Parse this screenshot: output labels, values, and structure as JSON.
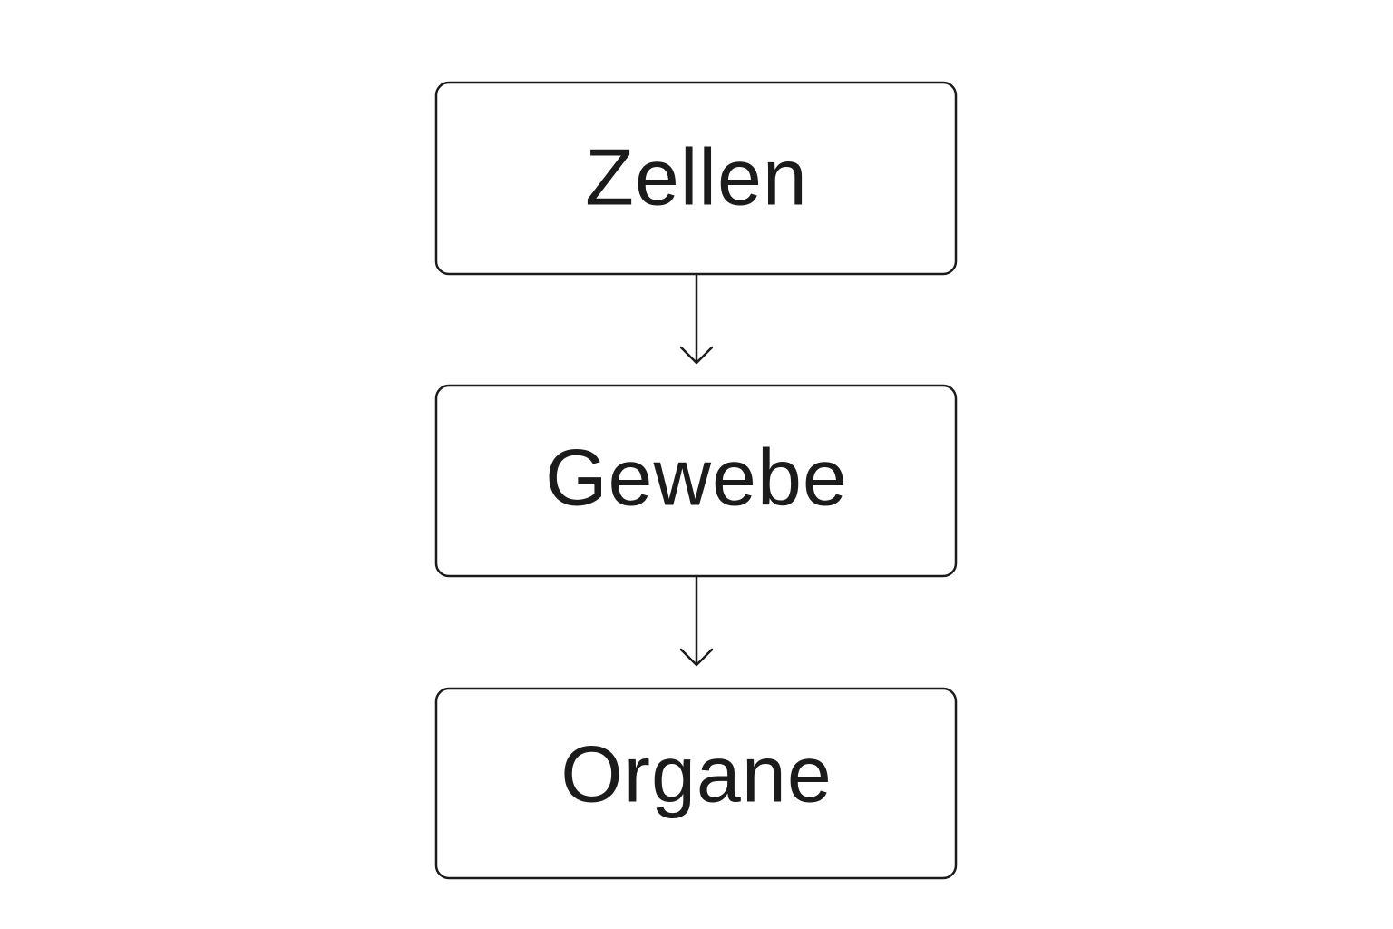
{
  "diagram": {
    "type": "flowchart",
    "direction": "top-to-bottom",
    "nodes": [
      {
        "id": "zellen",
        "label": "Zellen"
      },
      {
        "id": "gewebe",
        "label": "Gewebe"
      },
      {
        "id": "organe",
        "label": "Organe"
      }
    ],
    "edges": [
      {
        "from": "zellen",
        "to": "gewebe"
      },
      {
        "from": "gewebe",
        "to": "organe"
      }
    ],
    "colors": {
      "stroke": "#1b1b1b",
      "background": "#ffffff"
    }
  }
}
